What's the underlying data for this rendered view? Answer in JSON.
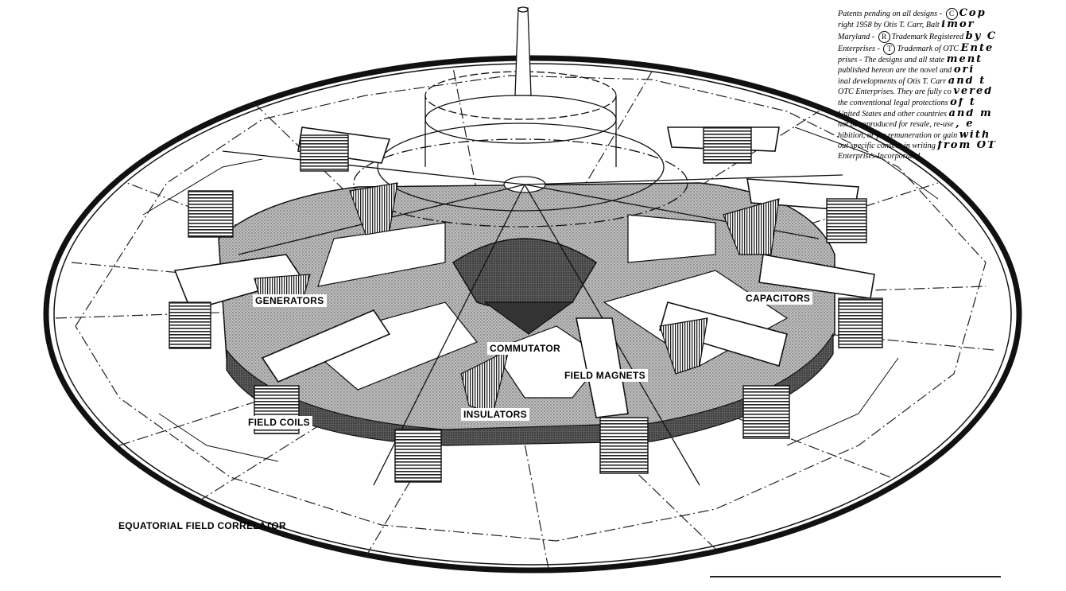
{
  "labels": {
    "generators": "GENERATORS",
    "capacitors": "CAPACITORS",
    "commutator": "COMMUTATOR",
    "field_magnets": "FIELD MAGNETS",
    "insulators": "INSULATORS",
    "field_coils": "FIELD COILS",
    "equatorial_field_correlator": "EQUATORIAL FIELD CORRELATOR"
  },
  "notice": {
    "lines": [
      {
        "pre": "Patents pending on all designs -",
        "mark": "C",
        "post": "",
        "big": "Cop"
      },
      {
        "pre": "right 1958 by Otis T. Carr, Balt",
        "mark": "",
        "post": "",
        "big": "imor"
      },
      {
        "pre": "Maryland -",
        "mark": "R",
        "post": "Trademark Registered",
        "big": "by C"
      },
      {
        "pre": "Enterprises -",
        "mark": "T",
        "post": "Trademark of OTC",
        "big": "Ente"
      },
      {
        "pre": "prises - The designs and all state",
        "mark": "",
        "post": "",
        "big": "ment"
      },
      {
        "pre": "published hereon are the novel and",
        "mark": "",
        "post": "",
        "big": "ori"
      },
      {
        "pre": "inal developments of Otis T. Carr",
        "mark": "",
        "post": "",
        "big": "and t"
      },
      {
        "pre": "OTC Enterprises. They are fully co",
        "mark": "",
        "post": "",
        "big": "vered"
      },
      {
        "pre": "the conventional legal protections",
        "mark": "",
        "post": "",
        "big": "of t"
      },
      {
        "pre": "United States and other countries",
        "mark": "",
        "post": "",
        "big": "and m"
      },
      {
        "pre": "not be reproduced for resale, re-use",
        "mark": "",
        "post": "",
        "big": ", e"
      },
      {
        "pre": "hibition, or for remuneration or gain",
        "mark": "",
        "post": "",
        "big": "with"
      },
      {
        "pre": "out specific consent in writing",
        "mark": "",
        "post": "",
        "big": "from OT"
      },
      {
        "pre": "Enterprises Incorporated.",
        "mark": "",
        "post": "",
        "big": ""
      }
    ]
  },
  "colors": {
    "ink": "#111111",
    "stipple": "#8a8a8a",
    "dark_band": "#4a4a4a",
    "paper": "#ffffff"
  }
}
